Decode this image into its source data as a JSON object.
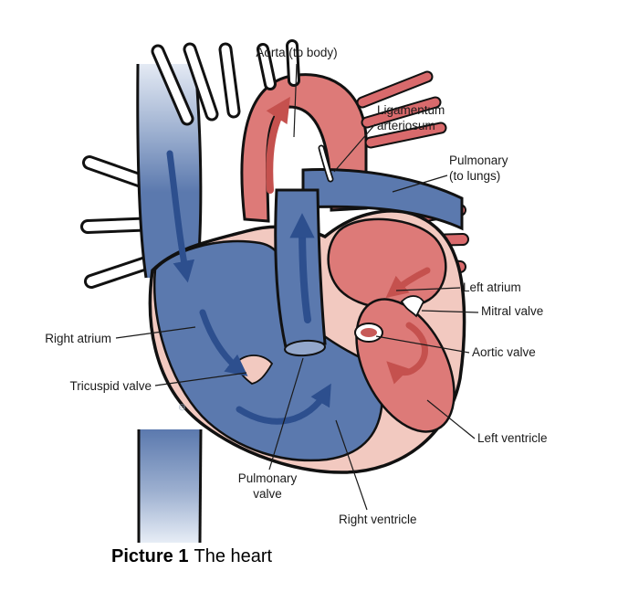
{
  "caption": {
    "label": "Picture 1",
    "text": "The heart"
  },
  "watermark": "©",
  "labels": {
    "aorta": "Aorta (to body)",
    "ligamentum_arteriosum": "Ligamentum\narteriosum",
    "pulmonary_to_lungs": "Pulmonary\n(to lungs)",
    "left_atrium": "Left atrium",
    "mitral_valve": "Mitral valve",
    "aortic_valve": "Aortic valve",
    "left_ventricle": "Left ventricle",
    "right_atrium": "Right atrium",
    "tricuspid_valve": "Tricuspid valve",
    "pulmonary_valve": "Pulmonary\nvalve",
    "right_ventricle": "Right ventricle"
  },
  "colors": {
    "deoxygenated_blue": "#5b79ae",
    "oxygenated_red": "#dd7a78",
    "heart_wall_pink": "#f2c9c0",
    "valve_cap_blue": "#93a7cb",
    "arrow_blue": "#2d4f8e",
    "arrow_red": "#c5514e",
    "outline": "#1a1a1a"
  }
}
